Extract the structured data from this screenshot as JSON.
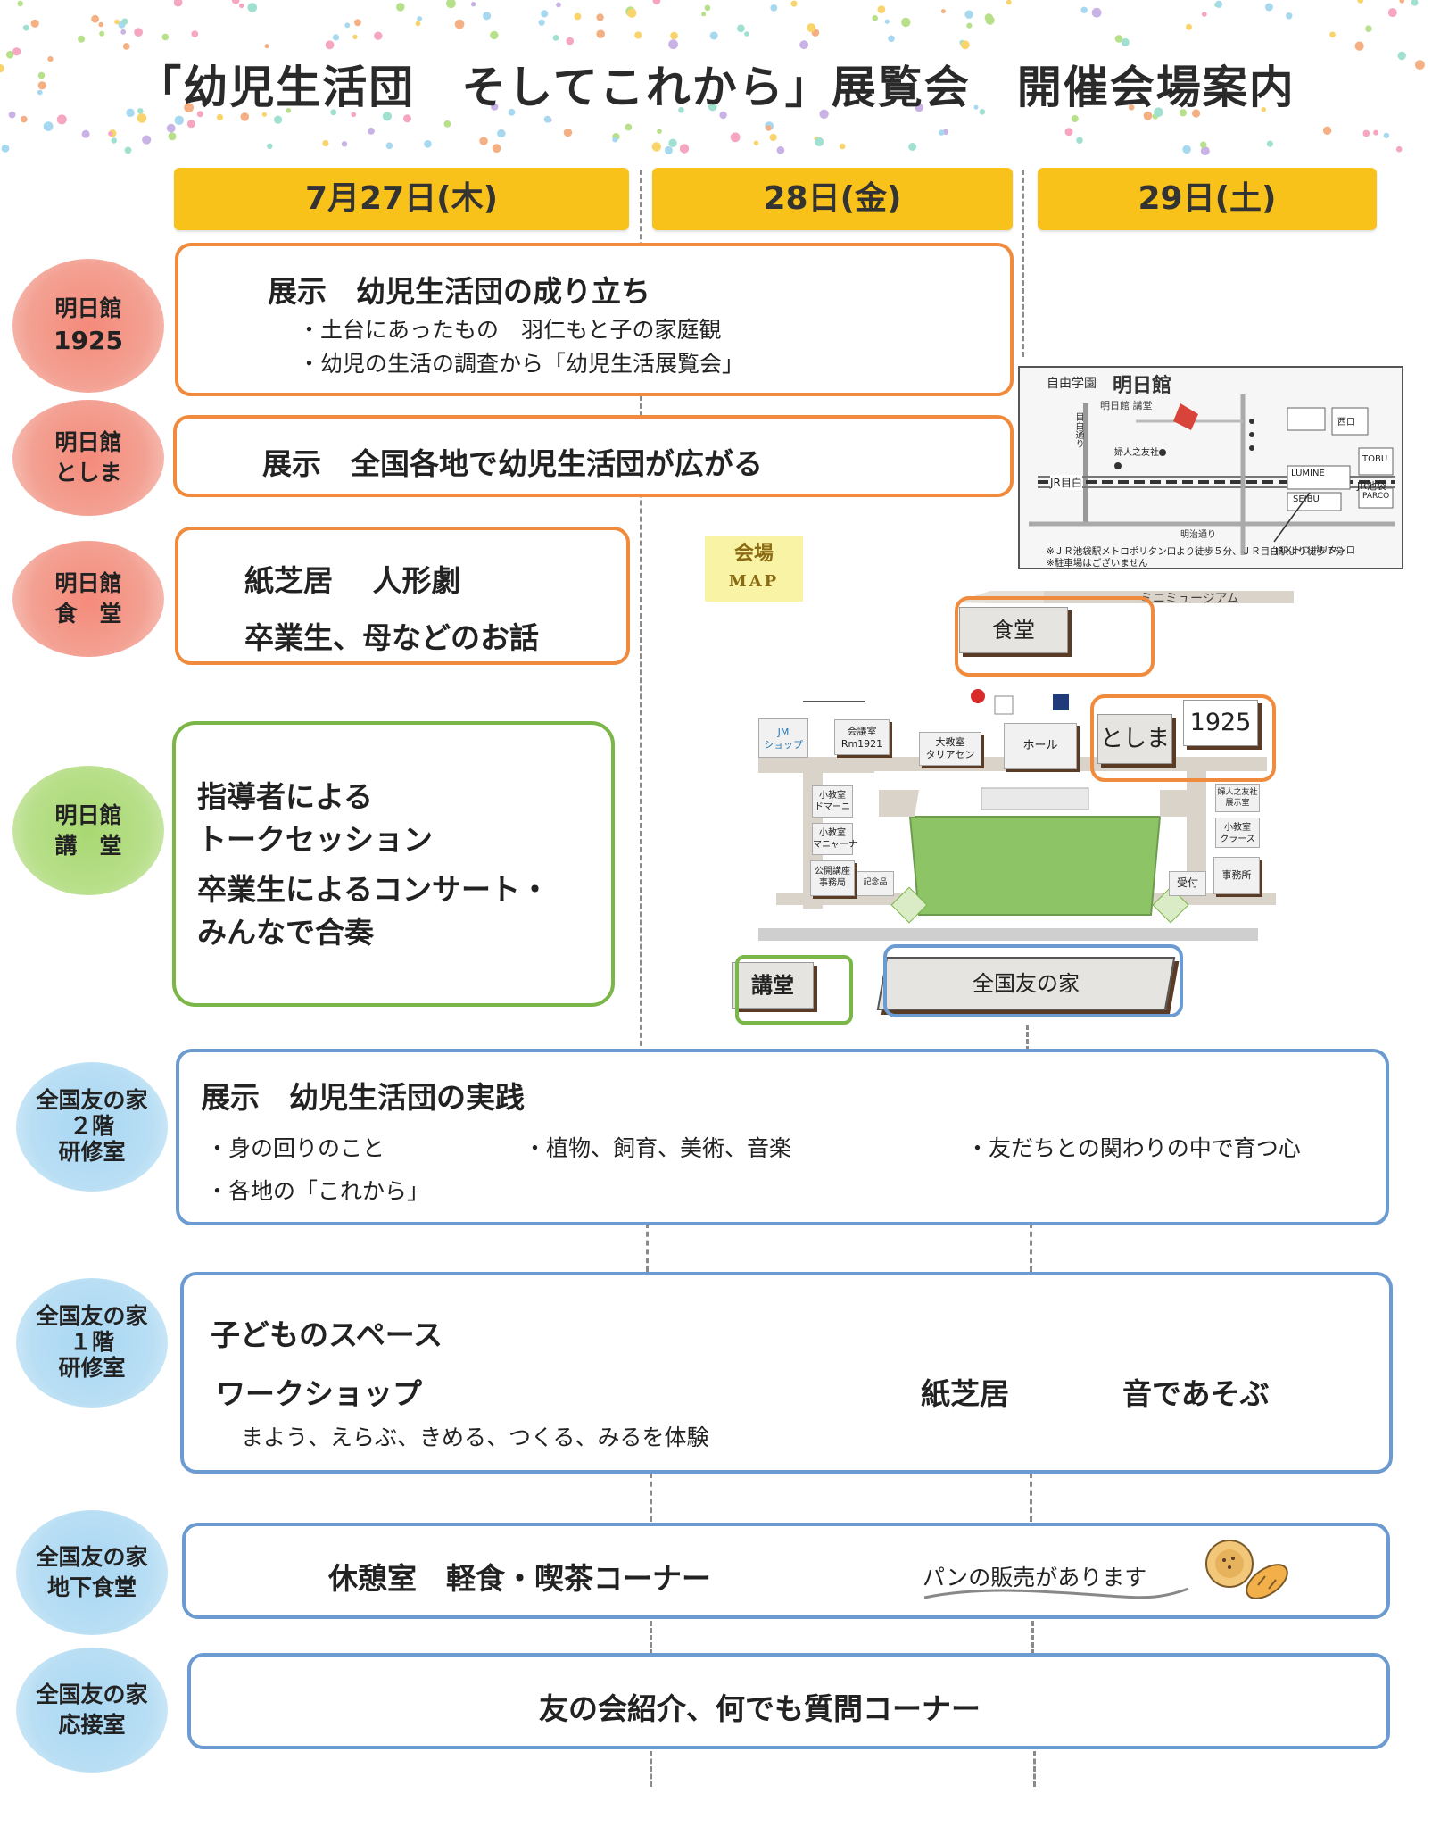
{
  "title": "「幼児生活団　そしてこれから」展覧会　開催会場案内",
  "days": [
    "7月27日(木)",
    "28日(金)",
    "29日(土)"
  ],
  "venues": [
    {
      "line1": "明日館",
      "line2": "1925"
    },
    {
      "line1": "明日館",
      "line2": "としま"
    },
    {
      "line1": "明日館",
      "line2": "食　堂"
    },
    {
      "line1": "明日館",
      "line2": "講　堂"
    },
    {
      "line1": "全国友の家",
      "line2": "２階",
      "line3": "研修室"
    },
    {
      "line1": "全国友の家",
      "line2": "１階",
      "line3": "研修室"
    },
    {
      "line1": "全国友の家",
      "line2": "地下食堂"
    },
    {
      "line1": "全国友の家",
      "line2": "応接室"
    }
  ],
  "box1925": {
    "heading": "展示　幼児生活団の成り立ち",
    "item1": "・土台にあったもの　羽仁もと子の家庭観",
    "item2": "・幼児の生活の調査から「幼児生活展覧会」"
  },
  "boxToshima": {
    "text": "展示　全国各地で幼児生活団が広がる"
  },
  "boxShokudo": {
    "line1": "紙芝居　 人形劇",
    "line2": "卒業生、母などのお話"
  },
  "boxKodo": {
    "line1": "指導者による",
    "line2": "トークセッション",
    "line3": "卒業生によるコンサート・",
    "line4": "みんなで合奏"
  },
  "box2f": {
    "heading": "展示　幼児生活団の実践",
    "item1": "・身の回りのこと",
    "item2": "・植物、飼育、美術、音楽",
    "item3": "・友だちとの関わりの中で育つ心",
    "item4": "・各地の「これから」"
  },
  "box1f": {
    "line1": "子どものスペース",
    "workshop": "ワークショップ",
    "kamishibai": "紙芝居",
    "oto": "音であそぶ",
    "sub": "まよう、えらぶ、きめる、つくる、みるを体験"
  },
  "boxB1": {
    "main": "休憩室　軽食・喫茶コーナー",
    "note": "パンの販売があります"
  },
  "boxOusetsu": {
    "text": "友の会紹介、何でも質問コーナー"
  },
  "areaMap": {
    "school": "自由学園",
    "myonichikan": "明日館",
    "kodo": "明日館 講堂",
    "station": "JR目白",
    "jr_ikebukuro": "JR池袋",
    "metropolitan": "JRメトロポリタン口",
    "meiji": "明治通り",
    "mejiro_dori": "目白通り",
    "lumine": "LUMINE",
    "tobu": "TOBU",
    "seibu": "SEIBU",
    "parco": "PARCO",
    "fujin": "婦人之友社",
    "nishiguchi": "西口",
    "note1": "※ＪＲ池袋駅メトロポリタン口より徒歩５分、ＪＲ目白駅より徒歩７分",
    "note2": "※駐車場はございません"
  },
  "floorMap": {
    "badge1": "会場",
    "badge2": "MAP",
    "shokudo": "食堂",
    "museum": "ミニミュージアム",
    "toshima": "としま",
    "r1925": "1925",
    "kaigi": "会議室",
    "rm1921": "Rm1921",
    "daikyoshitsu": "大教室",
    "tariasen": "タリアセン",
    "hall": "ホール",
    "jm": "JM",
    "shop": "ショップ",
    "s1": "小教室",
    "s1b": "ドマーニ",
    "s2": "小教室",
    "s2b": "マニャーナ",
    "kokai": "公開講座",
    "jimukyoku": "事務局",
    "kinen": "記念品",
    "uketsuke": "受付",
    "jimusho": "事務所",
    "fujinroom": "婦人之友社",
    "fujinroom2": "展示室",
    "s3": "小教室",
    "s3b": "クラース",
    "kodo": "講堂",
    "tomo": "全国友の家"
  }
}
